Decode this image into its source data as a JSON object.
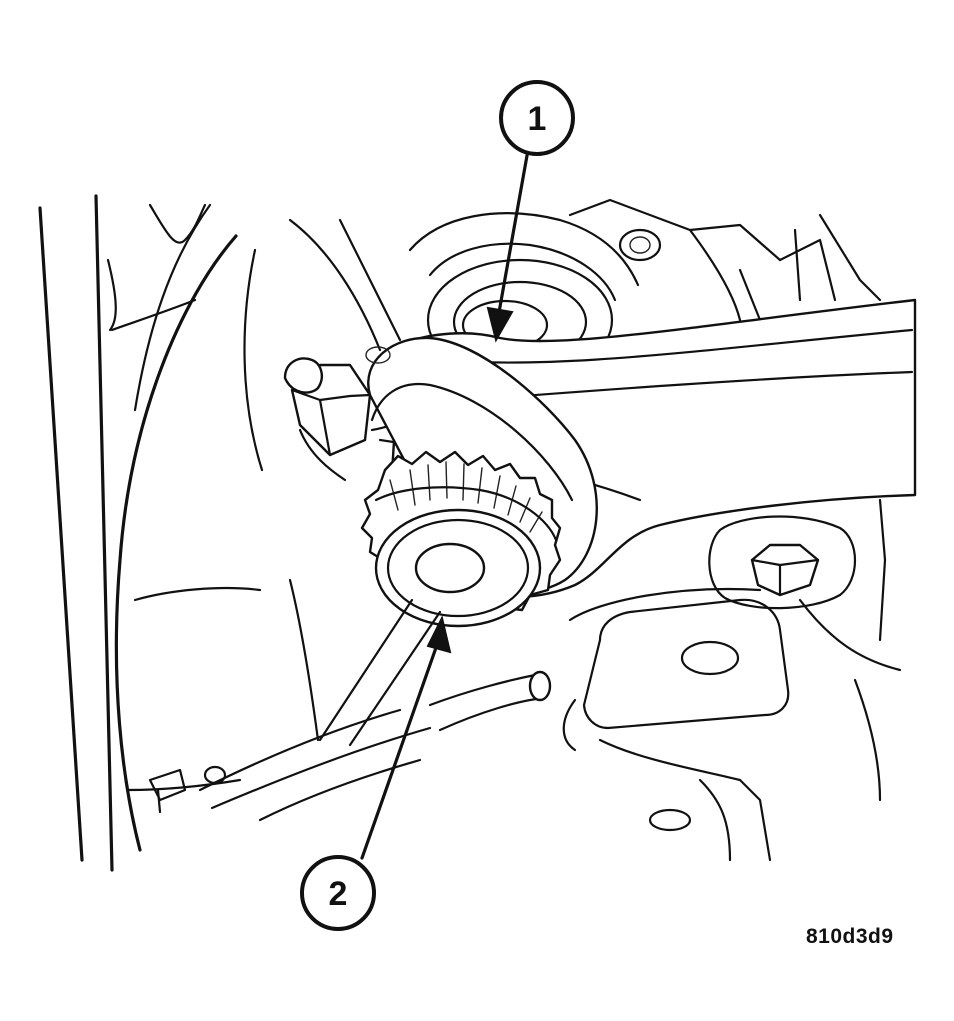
{
  "diagram": {
    "callouts": [
      {
        "id": "callout-1",
        "label": "1"
      },
      {
        "id": "callout-2",
        "label": "2"
      }
    ],
    "figure_id": "810d3d9",
    "colors": {
      "line": "#111111",
      "background": "#ffffff"
    }
  }
}
